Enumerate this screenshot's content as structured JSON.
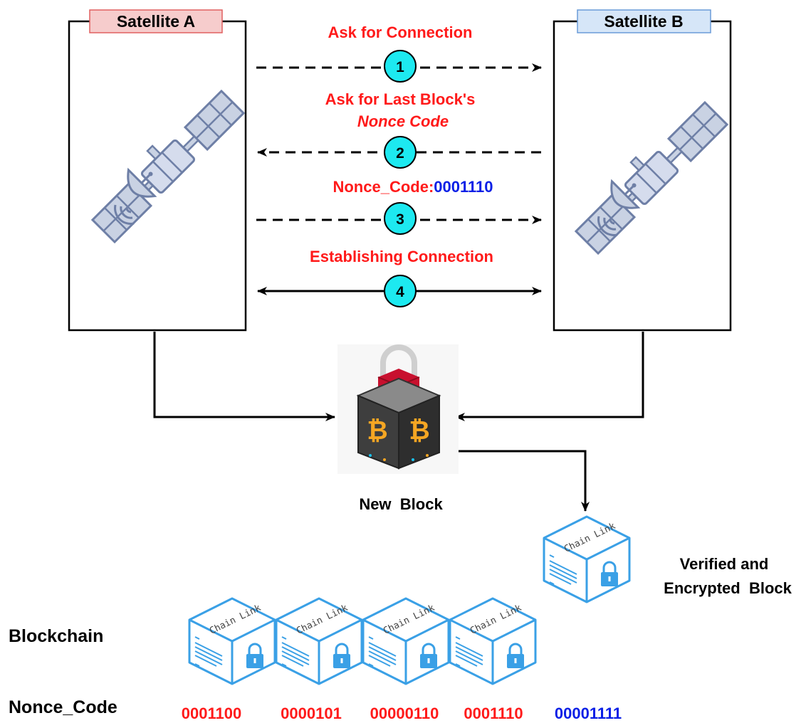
{
  "satellite_a": {
    "title": "Satellite A"
  },
  "satellite_b": {
    "title": "Satellite B"
  },
  "steps": [
    {
      "number": "1",
      "label": "Ask for Connection"
    },
    {
      "number": "2",
      "label_line1": "Ask for Last Block's",
      "label_line2": "Nonce Code"
    },
    {
      "number": "3",
      "label_prefix": "Nonce_Code:",
      "label_value": "0001110"
    },
    {
      "number": "4",
      "label": "Establishing Connection"
    }
  ],
  "new_block": {
    "label": "New  Block"
  },
  "verified_block": {
    "line1": "Verified and",
    "line2": "Encrypted  Block",
    "cube_text": "Chain Link"
  },
  "blockchain": {
    "label": "Blockchain",
    "cube_text": "Chain Link",
    "nonce_label": "Nonce_Code",
    "nonce_codes": [
      "0001100",
      "0000101",
      "00000110",
      "0001110"
    ],
    "new_nonce": "00001111"
  },
  "colors": {
    "label_red": "#ff1a1a",
    "value_blue": "#0a1fe6",
    "circle_fill": "#1de9f0",
    "title_a_bg": "#f6cccc",
    "title_b_bg": "#d6e6f8",
    "cube_blue": "#3aa0e6"
  }
}
